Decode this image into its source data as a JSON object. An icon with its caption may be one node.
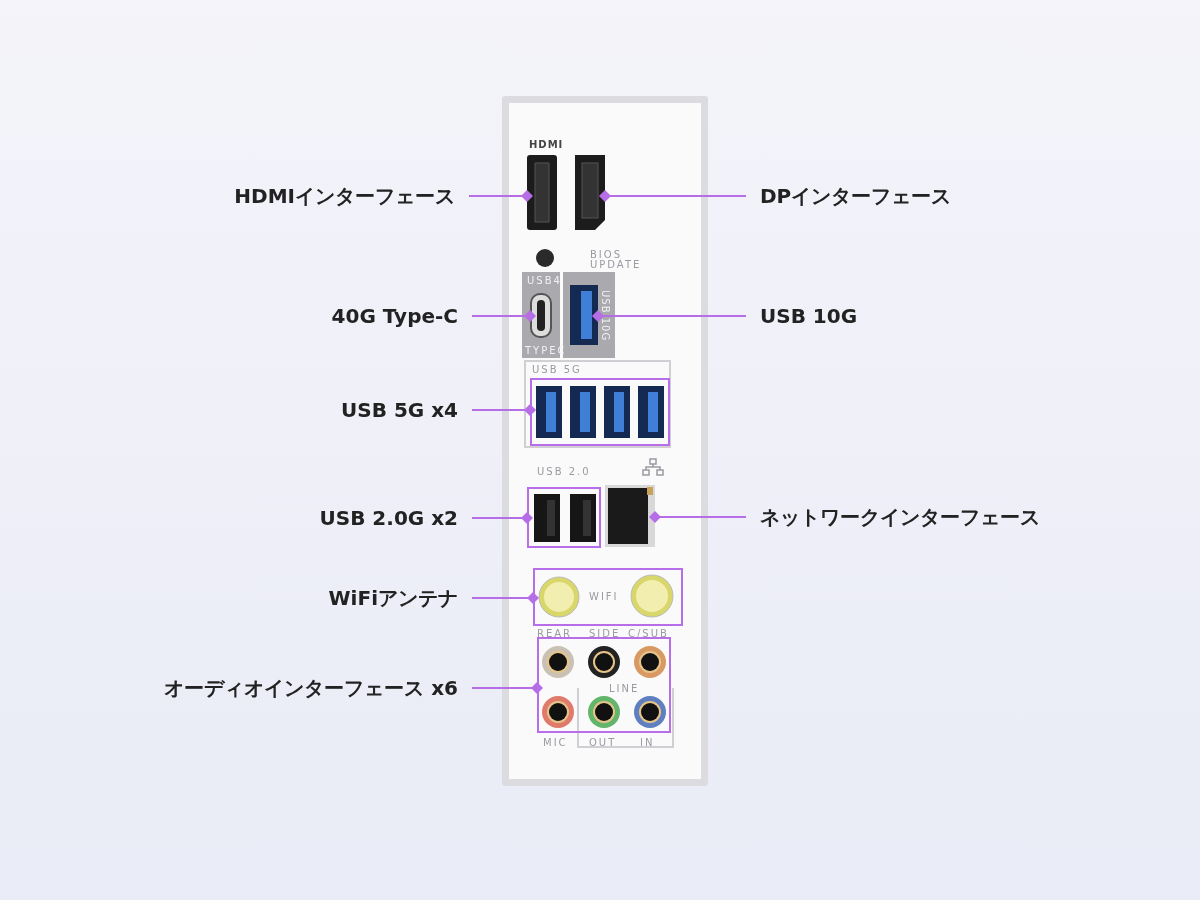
{
  "diagram": {
    "nodes": [
      {
        "text": [
          "HDMIインターフェース"
        ]
      },
      {
        "text": [],
        "shape": "picture"
      },
      {
        "text": [],
        "shape": "picture"
      },
      {
        "text": [
          "DPインターフェース"
        ]
      },
      {
        "text": [
          "40G Type-C"
        ]
      },
      {
        "text": [],
        "shape": "picture"
      },
      {
        "text": [],
        "shape": "picture"
      },
      {
        "text": [
          "USB 10G"
        ]
      },
      {
        "text": [
          "USB 5G x4"
        ]
      },
      {
        "text": [],
        "shape": "box"
      },
      {
        "text": [
          "USB 2.0G x2"
        ]
      },
      {
        "text": [],
        "shape": "box"
      },
      {
        "text": [],
        "shape": "picture"
      },
      {
        "text": [
          "ネットワークインターフェース"
        ]
      },
      {
        "text": [
          "WiFiアンテナ"
        ]
      },
      {
        "text": [],
        "shape": "box"
      },
      {
        "text": [
          "オーディオインターフェース x6"
        ]
      },
      {
        "text": [],
        "shape": "box"
      }
    ],
    "edges": [
      {
        "from": 0,
        "to": 1,
        "arrow": "other"
      },
      {
        "from": 3,
        "to": 2,
        "arrow": "other"
      },
      {
        "from": 4,
        "to": 5,
        "arrow": "other"
      },
      {
        "from": 7,
        "to": 6,
        "arrow": "other"
      },
      {
        "from": 8,
        "to": 9,
        "arrow": "other"
      },
      {
        "from": 10,
        "to": 11,
        "arrow": "other"
      },
      {
        "from": 13,
        "to": 12,
        "arrow": "other"
      },
      {
        "from": 14,
        "to": 15,
        "arrow": "other"
      },
      {
        "from": 16,
        "to": 17,
        "arrow": "other"
      }
    ],
    "labels": [
      "HDMI",
      "BIOS UPDATE",
      "USB4",
      "USB 10G",
      "TYPEC",
      "USB 5G",
      "USB 2.0",
      "WIFI",
      "REAR",
      "SIDE",
      "C/SUB",
      "LINE",
      "MIC",
      "OUT",
      "IN"
    ]
  }
}
